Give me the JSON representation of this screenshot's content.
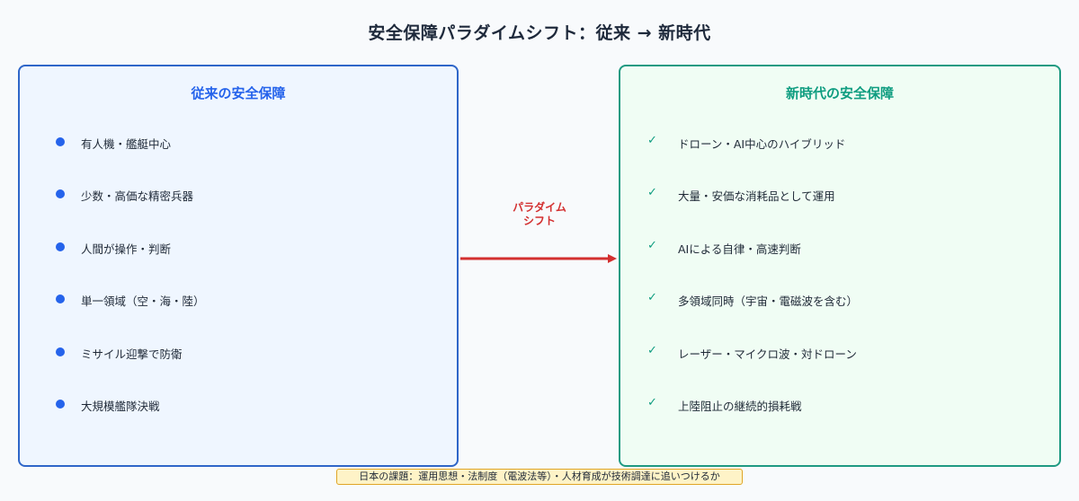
{
  "title": "安全保障パラダイムシフト：従来 → 新時代",
  "left_panel": {
    "heading": "従来の安全保障",
    "items": [
      "有人機・艦艇中心",
      "少数・高価な精密兵器",
      "人間が操作・判断",
      "単一領域（空・海・陸）",
      "ミサイル迎撃で防衛",
      "大規模艦隊決戦"
    ]
  },
  "right_panel": {
    "heading": "新時代の安全保障",
    "check_symbol": "✓",
    "items": [
      "ドローン・AI中心のハイブリッド",
      "大量・安価な消耗品として運用",
      "AIによる自律・高速判断",
      "多領域同時（宇宙・電磁波を含む）",
      "レーザー・マイクロ波・対ドローン",
      "上陸阻止の継続的損耗戦"
    ]
  },
  "shift": {
    "line1": "パラダイム",
    "line2": "シフト"
  },
  "footer": "日本の課題：運用思想・法制度（電波法等）・人材育成が技術調達に追いつけるか",
  "colors": {
    "left_accent": "#2563eb",
    "right_accent": "#0f9d80",
    "arrow": "#d32f2f",
    "footer_bg": "#fef3c7"
  }
}
